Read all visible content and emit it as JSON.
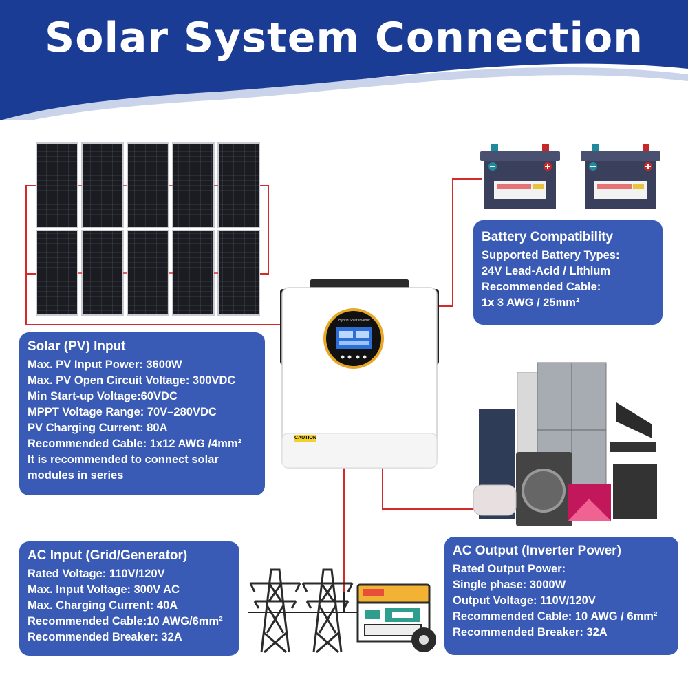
{
  "header": {
    "title": "Solar System Connection"
  },
  "colors": {
    "header_blue": "#1b3c94",
    "box_blue": "#3a5bb5",
    "wire_red": "#d42a2a",
    "battery_body": "#3a3f5c"
  },
  "inverter": {
    "screen_label": "Hybrid Solar Inverter",
    "caution_label": "CAUTION"
  },
  "battery": {
    "heading": "Battery Compatibility",
    "lines": [
      "Supported Battery Types:",
      "24V Lead-Acid / Lithium",
      "Recommended Cable:",
      "1x 3 AWG / 25mm²"
    ]
  },
  "solar": {
    "heading": "Solar (PV) Input",
    "lines": [
      "Max. PV Input Power: 3600W",
      "Max. PV Open Circuit Voltage: 300VDC",
      "Min Start-up Voltage:60VDC",
      "MPPT Voltage Range: 70V–280VDC",
      "PV Charging Current: 80A",
      "Recommended Cable: 1x12 AWG /4mm²",
      "It is recommended to connect solar modules in series"
    ]
  },
  "ac_input": {
    "heading": "AC Input (Grid/Generator)",
    "lines": [
      "Rated Voltage: 110V/120V",
      "Max. Input Voltage: 300V AC",
      "Max. Charging Current: 40A",
      "Recommended Cable:10 AWG/6mm²",
      "Recommended Breaker: 32A"
    ]
  },
  "ac_output": {
    "heading": "AC Output (Inverter Power)",
    "lines": [
      "Rated Output Power:",
      "Single phase: 3000W",
      "Output Voltage: 110V/120V",
      "Recommended Cable: 10 AWG / 6mm²",
      "Recommended Breaker: 32A"
    ]
  },
  "icons": [
    "solar-panel-icon",
    "battery-icon",
    "inverter-icon",
    "transmission-tower-icon",
    "generator-icon",
    "appliances-icon"
  ]
}
